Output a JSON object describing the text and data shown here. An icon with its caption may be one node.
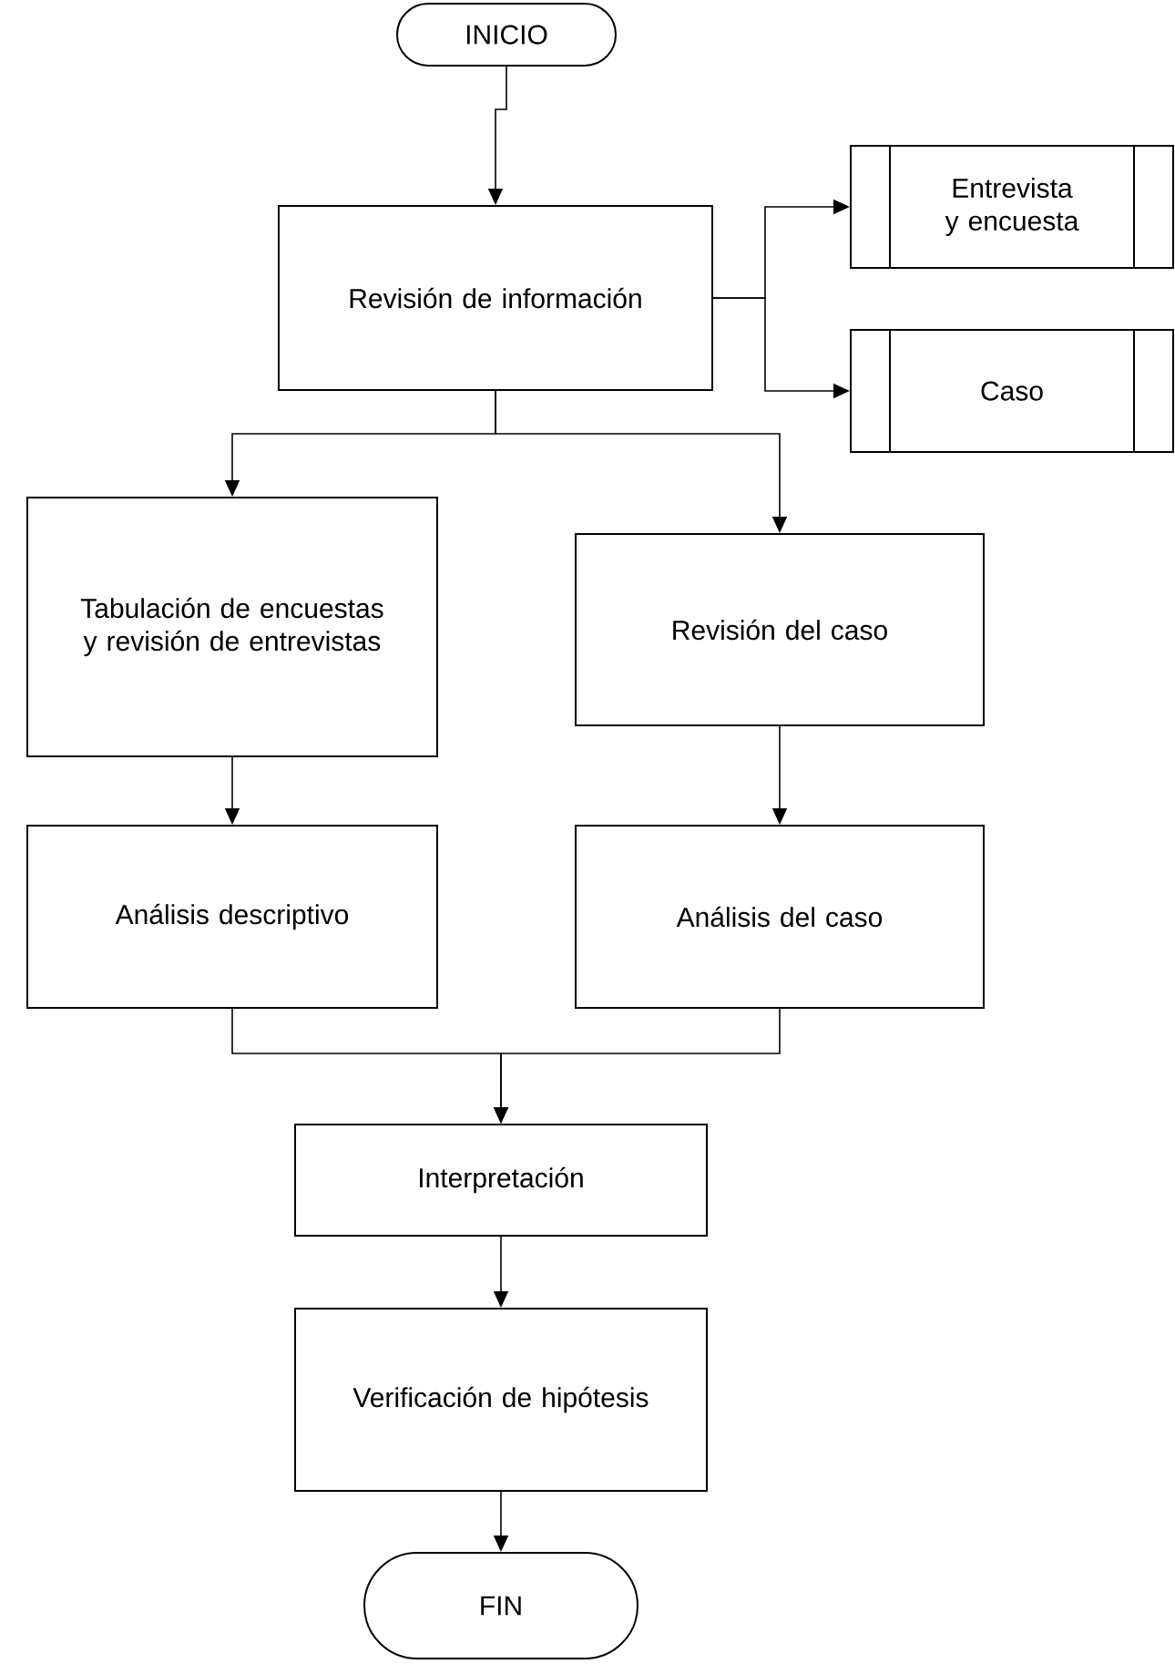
{
  "diagram": {
    "nodes": [
      {
        "text": [
          "INICIO"
        ]
      },
      {
        "text": [
          "Revisión de información"
        ]
      },
      {
        "text": [
          "Entrevista y encuesta"
        ]
      },
      {
        "text": [
          "Caso"
        ]
      },
      {
        "text": [
          "Tabulación de encuestas y revisión de entrevistas"
        ]
      },
      {
        "text": [
          "Revisión del caso"
        ]
      },
      {
        "text": [
          "Análisis descriptivo"
        ]
      },
      {
        "text": [
          "Análisis del caso"
        ]
      },
      {
        "text": [
          "Interpretación"
        ]
      },
      {
        "text": [
          "Verificación de hipótesis"
        ]
      },
      {
        "text": [
          "FIN"
        ]
      }
    ],
    "edges": [
      {
        "from": 0,
        "to": 1,
        "arrow": "to"
      },
      {
        "from": 1,
        "to": 2,
        "arrow": "to"
      },
      {
        "from": 1,
        "to": 3,
        "arrow": "to"
      },
      {
        "from": 1,
        "to": 4,
        "arrow": "to"
      },
      {
        "from": 1,
        "to": 5,
        "arrow": "to"
      },
      {
        "from": 4,
        "to": 6,
        "arrow": "to"
      },
      {
        "from": 5,
        "to": 7,
        "arrow": "to"
      },
      {
        "from": 6,
        "to": 8,
        "arrow": "to"
      },
      {
        "from": 7,
        "to": 8,
        "arrow": "to"
      },
      {
        "from": 8,
        "to": 9,
        "arrow": "to"
      },
      {
        "from": 9,
        "to": 10,
        "arrow": "to"
      }
    ]
  }
}
